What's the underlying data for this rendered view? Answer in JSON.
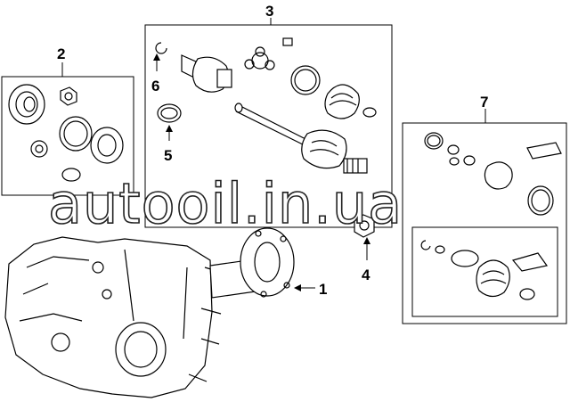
{
  "callouts": {
    "c1": "1",
    "c2": "2",
    "c3": "3",
    "c4": "4",
    "c5": "5",
    "c6": "6",
    "c7": "7"
  },
  "watermark": "autooil.in.ua"
}
